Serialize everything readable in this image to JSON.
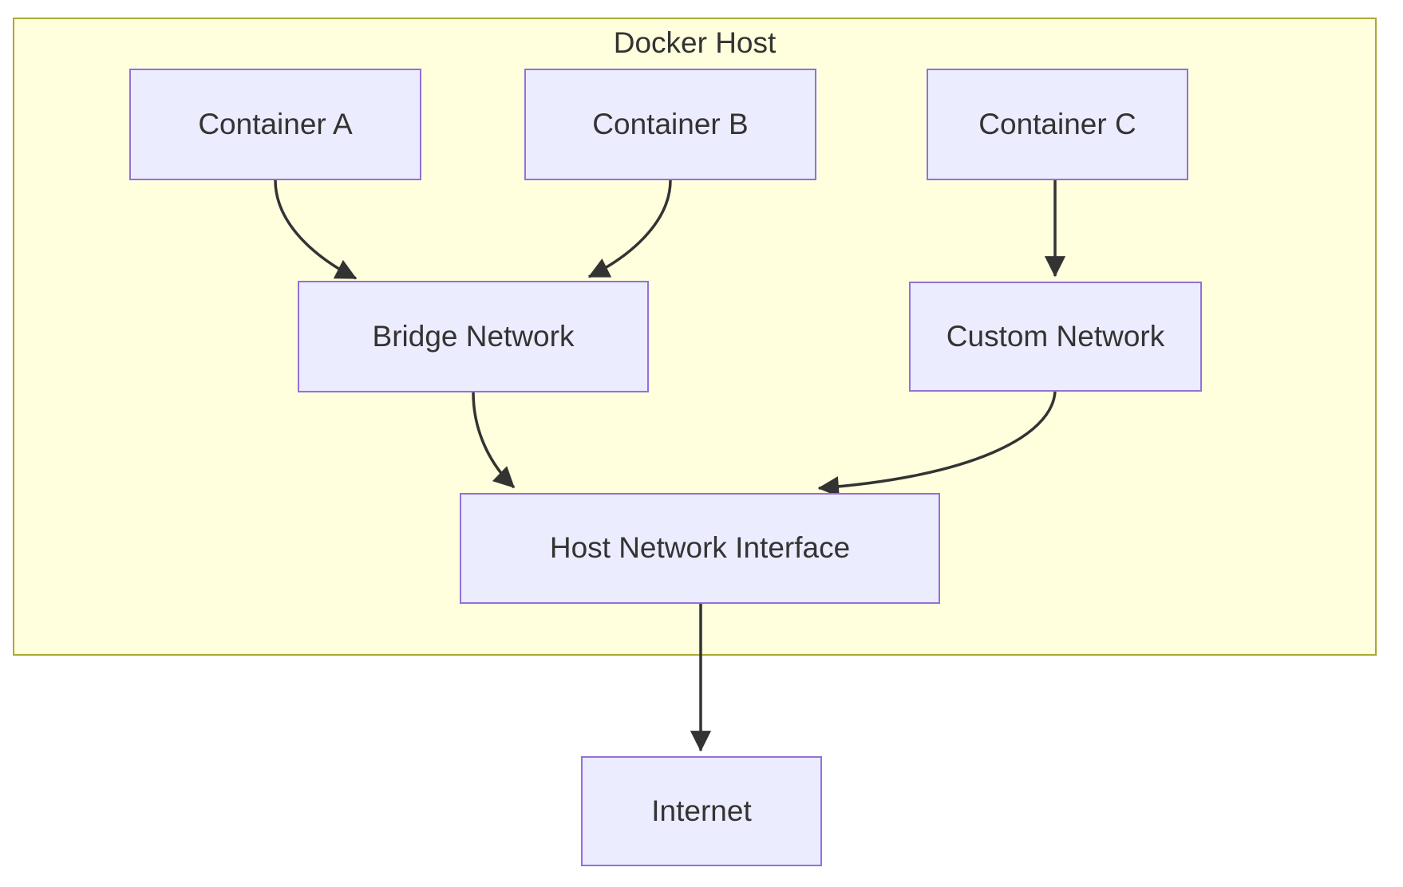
{
  "diagram": {
    "type": "flowchart-top-down",
    "cluster": {
      "label": "Docker Host"
    },
    "nodes": {
      "container_a": {
        "label": "Container A"
      },
      "container_b": {
        "label": "Container B"
      },
      "container_c": {
        "label": "Container C"
      },
      "bridge_network": {
        "label": "Bridge Network"
      },
      "custom_network": {
        "label": "Custom Network"
      },
      "host_interface": {
        "label": "Host Network Interface"
      },
      "internet": {
        "label": "Internet"
      }
    },
    "edges": [
      {
        "from": "Container A",
        "to": "Bridge Network"
      },
      {
        "from": "Container B",
        "to": "Bridge Network"
      },
      {
        "from": "Container C",
        "to": "Custom Network"
      },
      {
        "from": "Bridge Network",
        "to": "Host Network Interface"
      },
      {
        "from": "Custom Network",
        "to": "Host Network Interface"
      },
      {
        "from": "Host Network Interface",
        "to": "Internet"
      }
    ]
  },
  "colors": {
    "background": "#ffffff",
    "cluster_fill": "#FFFFDE",
    "cluster_border": "#AAAA33",
    "node_fill": "#ECECFF",
    "node_border": "#9370DB",
    "text": "#333333",
    "edge": "#333333"
  }
}
